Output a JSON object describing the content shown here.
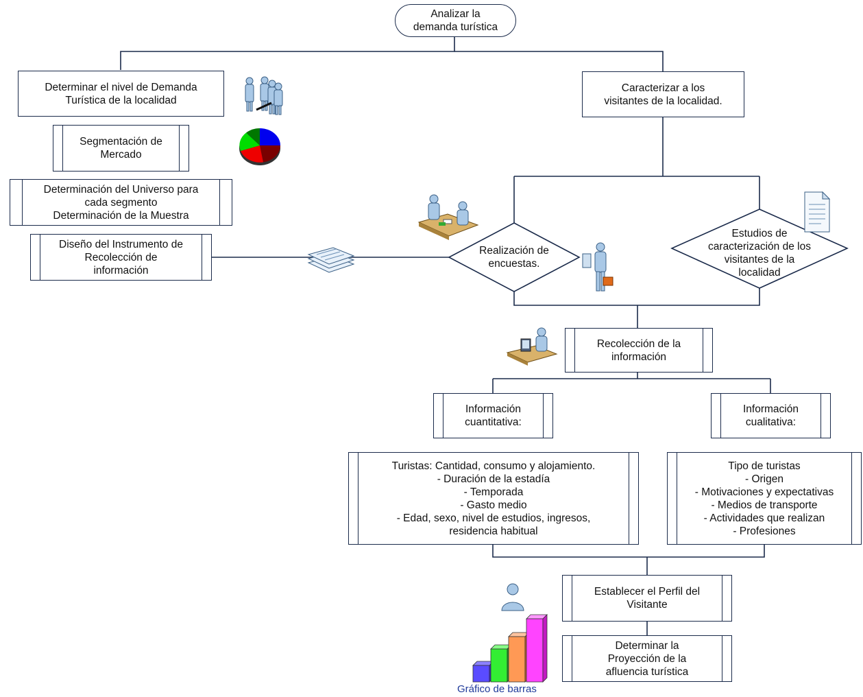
{
  "nodes": {
    "root": [
      "Analizar la",
      "demanda turística"
    ],
    "demanda": [
      "Determinar el nivel de Demanda",
      "Turística de la localidad"
    ],
    "caracterizar": [
      "Caracterizar a los",
      "visitantes de la localidad."
    ],
    "segmentacion": [
      "Segmentación de",
      "Mercado"
    ],
    "universo": [
      "Determinación del Universo para",
      "cada segmento",
      "Determinación de la Muestra"
    ],
    "diseno": [
      "Diseño del Instrumento de",
      "Recolección de",
      "información"
    ],
    "encuestas": [
      "Realización de",
      "encuestas."
    ],
    "estudios": [
      "Estudios de",
      "caracterización de los",
      "visitantes de la",
      "localidad"
    ],
    "recoleccion": [
      "Recolección de la",
      "información"
    ],
    "cuantitativa": [
      "Información",
      "cuantitativa:"
    ],
    "cualitativa": [
      "Información",
      "cualitativa:"
    ],
    "cuanti_detalle": [
      "Turistas: Cantidad, consumo y alojamiento.",
      "- Duración de la estadía",
      "- Temporada",
      "- Gasto medio",
      "- Edad, sexo, nivel de estudios, ingresos,",
      "residencia habitual"
    ],
    "cuali_detalle": [
      "Tipo de turistas",
      "- Origen",
      "- Motivaciones y expectativas",
      "- Medios de transporte",
      "- Actividades que realizan",
      "- Profesiones"
    ],
    "perfil": [
      "Establecer el Perfil del",
      "Visitante"
    ],
    "proyeccion": [
      "Determinar la",
      "Proyección de la",
      "afluencia turística"
    ]
  },
  "caption": "Gráfico de barras",
  "icons": [
    "people-group-icon",
    "pie-chart-icon",
    "meeting-icon",
    "document-stack-icon",
    "businessman-icon",
    "document-icon",
    "computer-desk-icon",
    "person-icon",
    "bar-chart-icon"
  ],
  "colors": {
    "line": "#1a2a4a",
    "caption": "#1f3a9a",
    "pie": [
      "#0000ee",
      "#7a0000",
      "#ee0000",
      "#00dd00",
      "#007700"
    ],
    "bars": [
      "#5a4cff",
      "#33ee33",
      "#ff9955",
      "#ff44ff"
    ]
  }
}
